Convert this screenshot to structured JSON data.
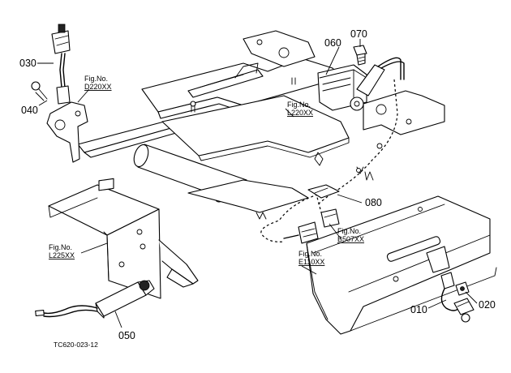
{
  "callouts": {
    "p010": "010",
    "p020": "020",
    "p030": "030",
    "p040": "040",
    "p050": "050",
    "p060": "060",
    "p070": "070",
    "p080": "080"
  },
  "fig_refs": {
    "prefix": "Fig.No.",
    "d220": "D220XX",
    "l220": "L220XX",
    "b507": "B507XX",
    "l225": "L225XX",
    "e110": "E110XX"
  },
  "drawing_number": "TC620-023-12"
}
